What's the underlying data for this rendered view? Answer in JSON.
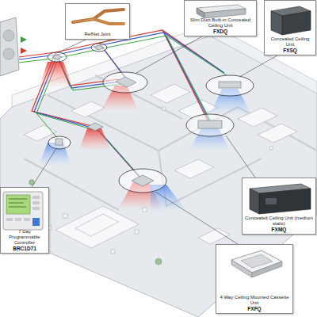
{
  "diagram": {
    "nodes": [
      {
        "text": [
          "RefNet Joint"
        ]
      },
      {
        "text": [
          "Slim Duct Built-in Concealed Ceiling Unit",
          "FXDQ"
        ]
      },
      {
        "text": [
          "Concealed Ceiling Unit",
          "FXSQ"
        ]
      },
      {
        "text": [
          "Concealed Ceiling Unit (medium static)",
          "FXMQ"
        ]
      },
      {
        "text": [
          "7 Day Programmable Controller",
          "BRC1D71"
        ]
      },
      {
        "text": [
          "4 Way Ceiling Mounted Cassette Unit",
          "FXFQ"
        ]
      }
    ]
  }
}
